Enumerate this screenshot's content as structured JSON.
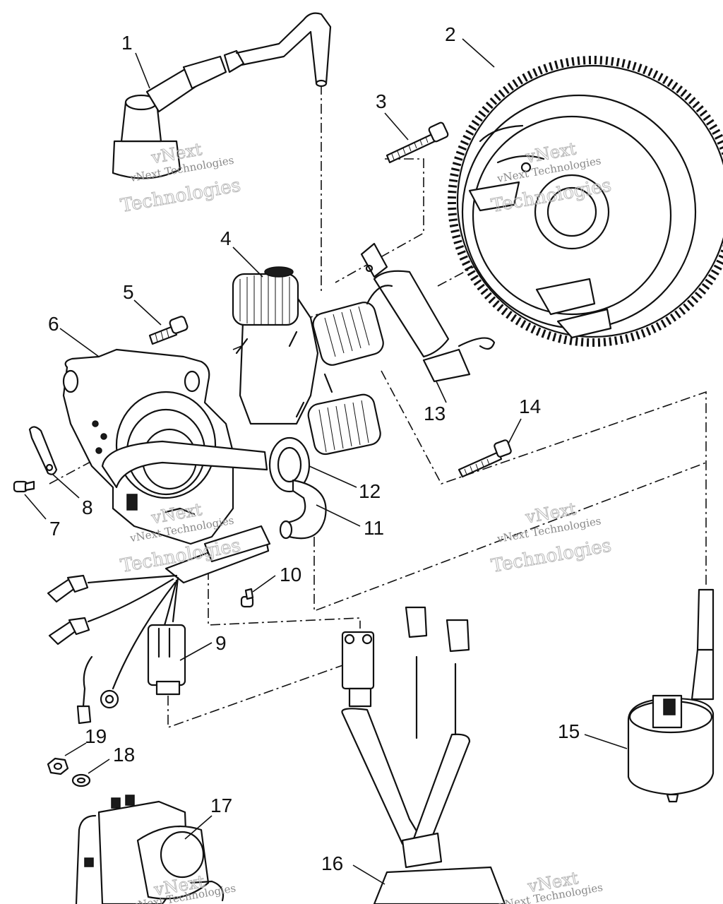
{
  "callouts": [
    {
      "number": "1"
    },
    {
      "number": "2"
    },
    {
      "number": "3"
    },
    {
      "number": "4"
    },
    {
      "number": "5"
    },
    {
      "number": "6"
    },
    {
      "number": "7"
    },
    {
      "number": "8"
    },
    {
      "number": "9"
    },
    {
      "number": "10"
    },
    {
      "number": "11"
    },
    {
      "number": "12"
    },
    {
      "number": "13"
    },
    {
      "number": "14"
    },
    {
      "number": "15"
    },
    {
      "number": "16"
    },
    {
      "number": "17"
    },
    {
      "number": "18"
    },
    {
      "number": "19"
    }
  ],
  "watermark": {
    "line1": "vNext",
    "line2": "Technologies",
    "small": "vNext Technologies"
  }
}
